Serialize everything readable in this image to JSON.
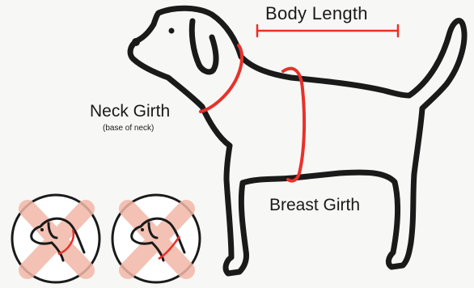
{
  "labels": {
    "body_length": "Body Length",
    "neck_girth": "Neck Girth",
    "neck_girth_note": "(base of neck)",
    "breast_girth": "Breast Girth"
  },
  "colors": {
    "outline": "#1a1a1a",
    "measure": "#e8312a",
    "wrong_cross": "#f2b8a8"
  },
  "icons": {
    "incorrect_example_1": "crossed-out-dog-head",
    "incorrect_example_2": "crossed-out-dog-head"
  }
}
